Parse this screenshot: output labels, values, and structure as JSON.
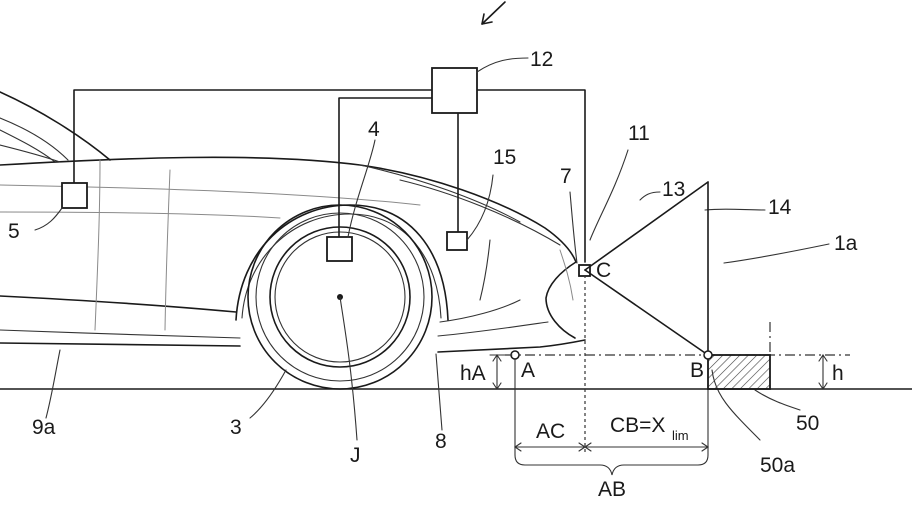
{
  "labels": {
    "controller": "12",
    "sensor_4": "4",
    "sensor_5": "5",
    "sensor_15": "15",
    "sensor_7": "7",
    "light_source": "11",
    "ray": "13",
    "beam_edge": "14",
    "vehicle": "1a",
    "wheel": "3",
    "wheel_center": "J",
    "bumper": "8",
    "underbody": "9a",
    "obstacle": "50",
    "obstacle_edge": "50a",
    "point_a": "A",
    "point_b": "B",
    "point_c": "C",
    "height_a": "hA",
    "height_obstacle": "h",
    "dist_ac": "AC",
    "dist_cb": "CB=X",
    "dist_cb_sub": "lim",
    "dist_ab": "AB"
  }
}
